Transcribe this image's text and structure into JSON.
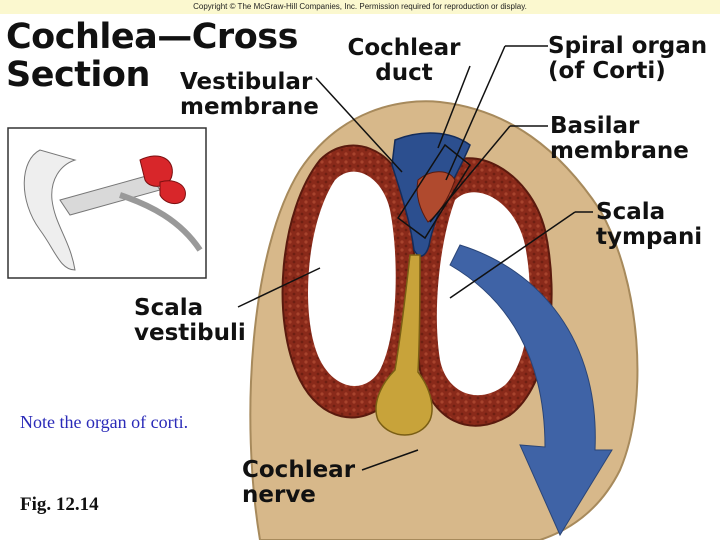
{
  "copyright": "Copyright © The McGraw-Hill Companies, Inc. Permission required for reproduction or display.",
  "title": {
    "line1": "Cochlea—Cross",
    "line2": "Section"
  },
  "labels": {
    "cochlear_duct": {
      "line1": "Cochlear",
      "line2": "duct"
    },
    "spiral_organ": {
      "line1": "Spiral organ",
      "line2": "(of Corti)"
    },
    "vestibular_membrane": {
      "line1": "Vestibular",
      "line2": "membrane"
    },
    "basilar_membrane": {
      "line1": "Basilar",
      "line2": "membrane"
    },
    "scala_tympani": {
      "line1": "Scala",
      "line2": "tympani"
    },
    "scala_vestibuli": {
      "line1": "Scala",
      "line2": "vestibuli"
    },
    "cochlear_nerve": {
      "line1": "Cochlear",
      "line2": "nerve"
    }
  },
  "note": "Note the organ of corti.",
  "figure_caption": "Fig. 12.14",
  "colors": {
    "bone": "#d7b88a",
    "wall": "#8a2a1a",
    "cavity": "#ffffff",
    "duct": "#2c4f8f",
    "nerve": "#c8a33a",
    "arrow": "#3f63a6",
    "inset_highlight": "#d8262a"
  }
}
